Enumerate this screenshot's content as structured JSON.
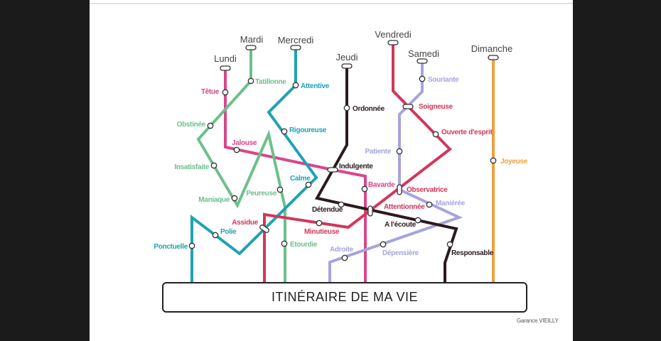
{
  "title": "ITINÉRAIRE DE MA VIE",
  "credit": "Garance VIEILLY",
  "colors": {
    "lundi": "#d9458a",
    "mardi": "#6cc08a",
    "mercredi": "#1fa2b3",
    "jeudi": "#2b1a20",
    "vendredi": "#d2375a",
    "samedi": "#a6a4dc",
    "dimanche": "#f0a03c"
  },
  "lines": {
    "lundi": {
      "name": "Lundi",
      "stations": [
        "Têtue",
        "Jalouse",
        "Indulgente",
        "Bavarde"
      ]
    },
    "mardi": {
      "name": "Mardi",
      "stations": [
        "Tatillonne",
        "Obstinée",
        "Insatisfaite",
        "Maniaque",
        "Peureuse",
        "Etourdie"
      ]
    },
    "mercredi": {
      "name": "Mercredi",
      "stations": [
        "Attentive",
        "Rigoureuse",
        "Calme",
        "Assidue",
        "Polie",
        "Ponctuelle"
      ]
    },
    "jeudi": {
      "name": "Jeudi",
      "stations": [
        "Ordonnée",
        "Indulgente",
        "Détendue",
        "Attentionnée",
        "A l'écoute",
        "Responsable"
      ]
    },
    "vendredi": {
      "name": "Vendredi",
      "stations": [
        "Soigneuse",
        "Ouverte d'esprit",
        "Observatrice",
        "Attentionnée",
        "Minutieuse",
        "Assidue"
      ]
    },
    "samedi": {
      "name": "Samedi",
      "stations": [
        "Souriante",
        "Soigneuse",
        "Patiente",
        "Observatrice",
        "Maniérée",
        "Dépensière",
        "Adroite"
      ]
    },
    "dimanche": {
      "name": "Dimanche",
      "stations": [
        "Joyeuse"
      ]
    }
  }
}
